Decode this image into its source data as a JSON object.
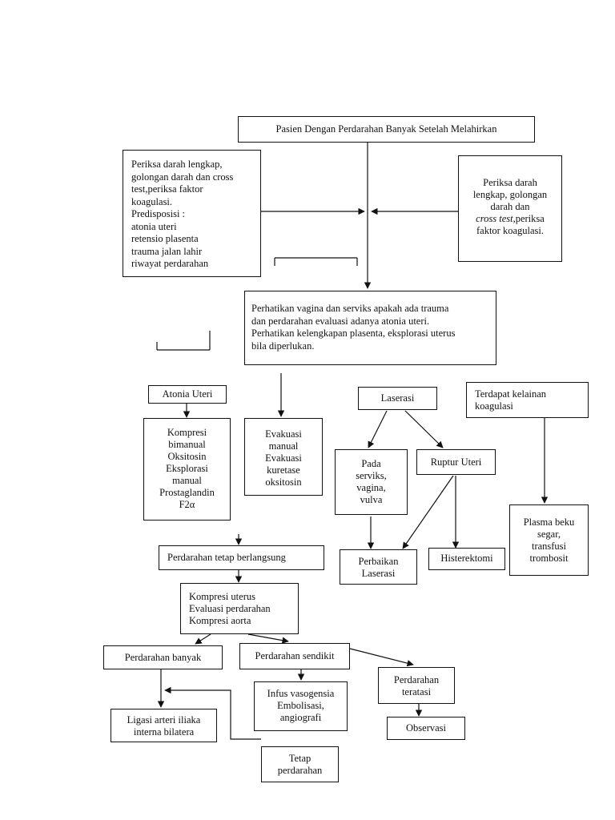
{
  "diagram": {
    "nodes": {
      "pasien": "Pasien Dengan Perdarahan Banyak Setelah Melahirkan",
      "periksa_left": "Periksa darah lengkap,\ngolongan darah dan cross\ntest,periksa faktor\nkoagulasi.\nPredisposisi :\natonia uteri\nretensio plasenta\ntrauma jalan lahir\nriwayat perdarahan",
      "periksa_right_line1": "Periksa darah\nlengkap, golongan\ndarah dan",
      "periksa_right_crosstest": "cross test",
      "periksa_right_line2": ",periksa\nfaktor koagulasi.",
      "perhatikan": "Perhatikan vagina dan serviks apakah ada trauma\ndan perdarahan evaluasi adanya atonia uteri.\nPerhatikan kelengkapan plasenta, eksplorasi uterus\nbila diperlukan.",
      "atonia_uteri": "Atonia Uteri",
      "kompresi_bimanual": "Kompresi\nbimanual\nOksitosin\nEksplorasi\nmanual\nProstaglandin\nF2α",
      "evakuasi": "Evakuasi\nmanual\nEvakuasi\nkuretase\noksitosin",
      "laserasi": "Laserasi",
      "pada_serviks": "Pada\nserviks,\nvagina,\nvulva",
      "ruptur_uteri": "Ruptur Uteri",
      "kelainan_koagulasi": "Terdapat kelainan\nkoagulasi",
      "plasma_beku": "Plasma beku\nsegar,\ntransfusi\ntrombosit",
      "perbaikan_laserasi": "Perbaikan\nLaserasi",
      "histerektomi": "Histerektomi",
      "perdarahan_tetap": "Perdarahan tetap berlangsung",
      "kompresi_uterus": "Kompresi uterus\nEvaluasi perdarahan\nKompresi aorta",
      "perdarahan_banyak": "Perdarahan banyak",
      "perdarahan_sendikit": "Perdarahan sendikit",
      "perdarahan_teratasi": "Perdarahan\nteratasi",
      "infus": "Infus vasogensia\nEmbolisasi,\nangiografi",
      "ligasi": "Ligasi arteri iliaka\ninterna bilatera",
      "observasi": "Observasi",
      "tetap_perdarahan": "Tetap\nperdarahan"
    },
    "colors": {
      "line": "#111111",
      "background": "#ffffff"
    }
  }
}
